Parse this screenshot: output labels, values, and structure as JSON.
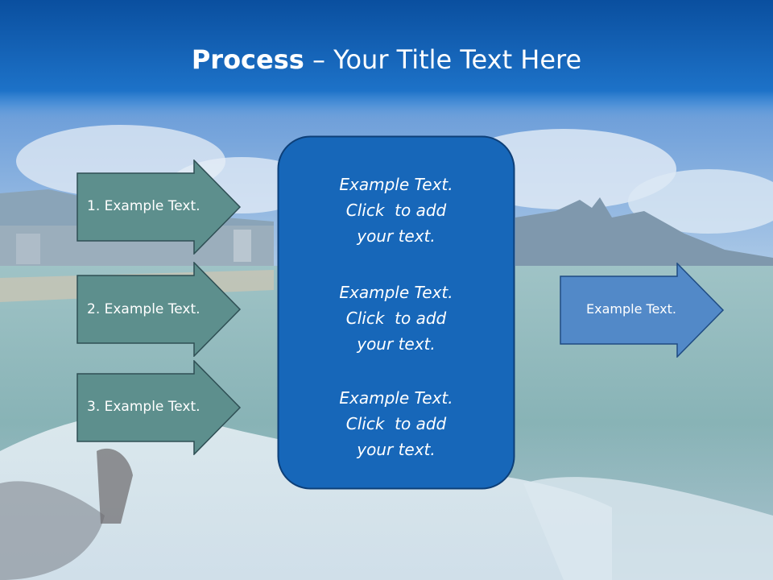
{
  "title": {
    "bold": "Process",
    "rest": " – Your Title Text Here"
  },
  "left_steps": [
    {
      "label": "1. Example Text."
    },
    {
      "label": "2. Example Text."
    },
    {
      "label": "3. Example Text."
    }
  ],
  "center_blocks": [
    {
      "line1": "Example Text.",
      "line2": "Click  to add",
      "line3": "your text."
    },
    {
      "line1": "Example Text.",
      "line2": "Click  to add",
      "line3": "your text."
    },
    {
      "line1": "Example Text.",
      "line2": "Click  to add",
      "line3": "your text."
    }
  ],
  "output": {
    "label": "Example Text."
  },
  "colors": {
    "title_bar": "#0a5fb4",
    "left_arrow_fill": "#5b8e8c",
    "center_box_fill": "#1565b8",
    "right_arrow_fill": "#4f86c6"
  }
}
